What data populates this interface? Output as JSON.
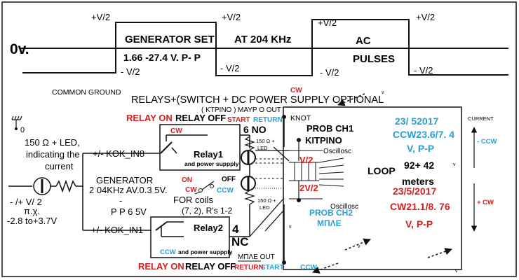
{
  "colors": {
    "red": "#d42020",
    "blue": "#2aa0d0",
    "black": "#111111"
  },
  "waveform": {
    "zero_label": "0v.",
    "vhalf_plus": "+V/2",
    "vhalf_minus": "- V/2",
    "gen_line1": "GENERATOR SET",
    "gen_line2": "1.66 -27.4 V. P- P",
    "freq": "AT 204 KHz",
    "ac_line1": "AC",
    "ac_line2": "PULSES"
  },
  "left": {
    "common_ground": "COMMON GROUND",
    "ground_zero": "0",
    "led_line1": "150 Ω + LED,",
    "led_line2": "indicating the",
    "led_line3": "current",
    "kok_in8": "+/- KOK_IN8",
    "kok_in1": "+/- KOK_IN1",
    "gen_line1": "GENERATOR",
    "gen_line2": "2 04KHz AV.0.3 5V.",
    "gen_line3": "-",
    "gen_line4": "P P 6  5V",
    "src_line1": "- /+ V/ 2",
    "src_line2": "π.χ.",
    "src_line3": "-2.8 to+3.7V"
  },
  "top": {
    "relays_title": "RELAYS+(SWITCH +  DC POWER SUPPLY OPTIONAL",
    "cw_top": "CW",
    "relay_on": "RELAY ON",
    "relay_off": "RELAY OFF",
    "ktpino": "( KTPINO )",
    "mayro_out": "MAYP O OUT",
    "start": "START",
    "return": "RETURN",
    "knot": "KNOT"
  },
  "relay1": {
    "cw": "CW",
    "title": "Relay1",
    "sub": "and power suppply",
    "no": "6 NO"
  },
  "relay2": {
    "title": "Relay2",
    "ccw": "CCW",
    "sub": "and power suppply",
    "nc_num": "4",
    "nc": "NC"
  },
  "switch": {
    "on": "ON",
    "off": "OFF",
    "cw": "CW",
    "ccw": "CCW",
    "coils_line1": "FOR coils",
    "coils_line2": "(7, 2), R's 1-2"
  },
  "middle": {
    "led_top": "150 Ω +",
    "led_top2": "LED",
    "led_bot": "150 Ω +",
    "led_bot2": "LED",
    "v2": "V/2",
    "two_v2": "2V/2",
    "prob_ch1": "PROB CH1",
    "kitpino": "KITPINO",
    "oscil1": "Oscillosc",
    "oscil2": "Oscillosc",
    "prob_ch2": "PROB CH2",
    "mple": "ΜΠΛΕ",
    "loop1": "LOOP",
    "loop2": "92+ 42",
    "loop3": "meters"
  },
  "bottom": {
    "relay_on": "RELAY ON",
    "relay_off": "RELAY OFF",
    "mple_out": "ΜΠΛΕ   OUT",
    "return": "RETURN",
    "start": "START",
    "ccw": "CCW"
  },
  "right": {
    "date1": "23/ 52017",
    "meas1a": "CCW23.6/7. 4",
    "meas1b": "V, P-P",
    "date2": "23/5/2017",
    "meas2a": "CW21.1/8. 76",
    "meas2b": "V, P-P",
    "current": "CURRENT",
    "minus_ccw": "- CCW",
    "plus_cw": "+ CW",
    "v_mark": "v"
  }
}
